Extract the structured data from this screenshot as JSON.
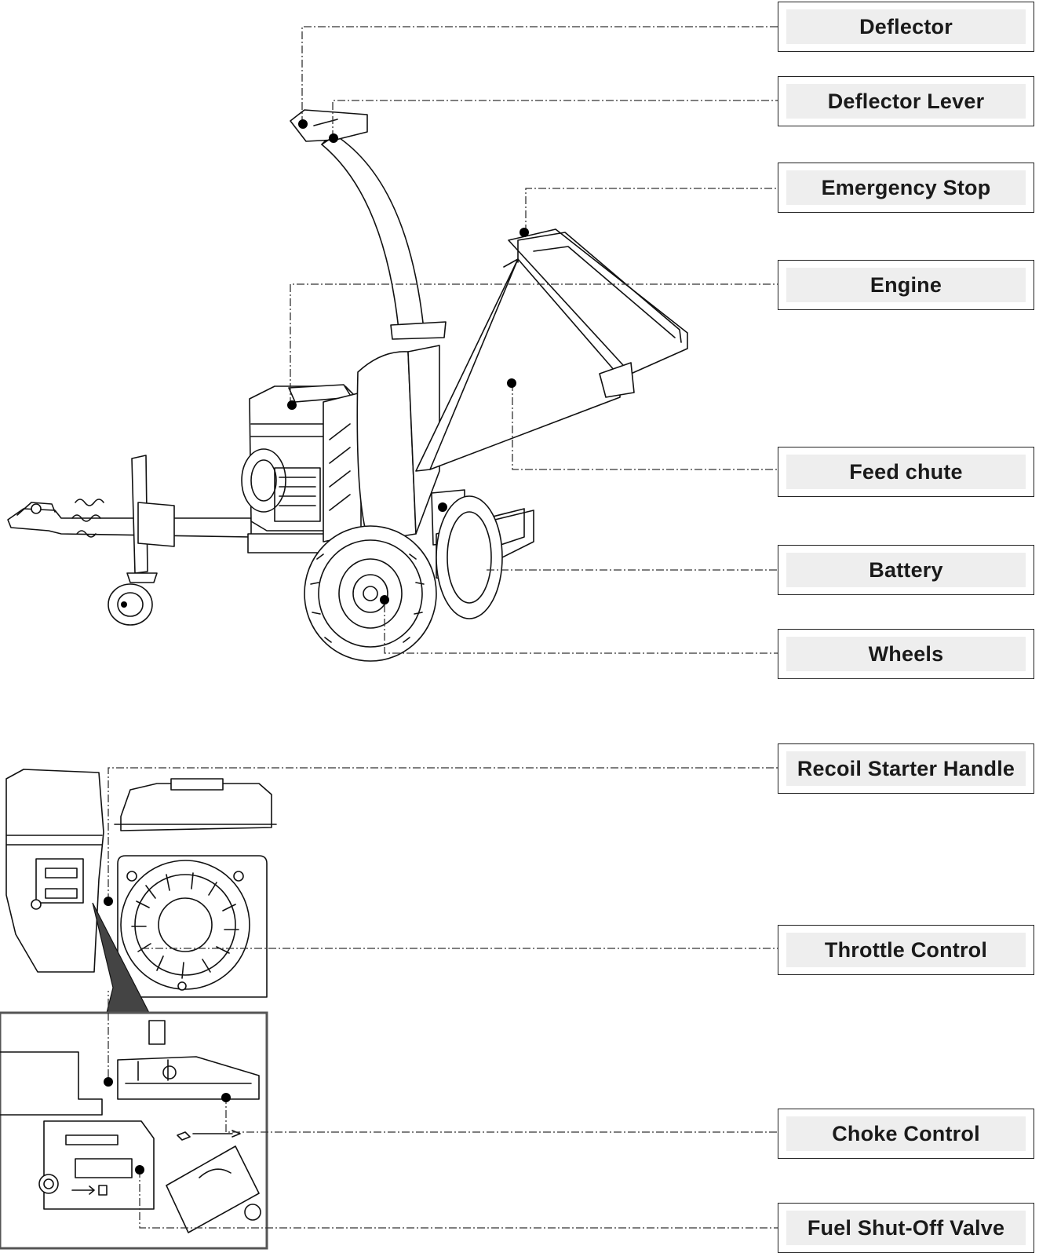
{
  "labels": [
    {
      "id": "deflector",
      "text": "Deflector"
    },
    {
      "id": "deflector_lever",
      "text": "Deflector Lever"
    },
    {
      "id": "emergency_stop",
      "text": "Emergency Stop"
    },
    {
      "id": "engine",
      "text": "Engine"
    },
    {
      "id": "feed_chute",
      "text": "Feed chute"
    },
    {
      "id": "battery",
      "text": "Battery"
    },
    {
      "id": "wheels",
      "text": "Wheels"
    },
    {
      "id": "recoil_starter_handle",
      "text": "Recoil Starter Handle"
    },
    {
      "id": "throttle_control",
      "text": "Throttle Control"
    },
    {
      "id": "choke_control",
      "text": "Choke Control"
    },
    {
      "id": "fuel_shutoff_valve",
      "text": "Fuel Shut-Off Valve"
    }
  ]
}
